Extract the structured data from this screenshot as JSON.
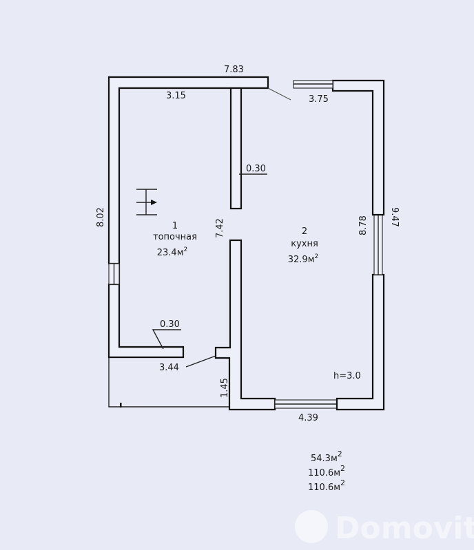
{
  "dimensions": {
    "top_total": "7.83",
    "top_left": "3.15",
    "top_right": "3.75",
    "partition_thickness_top": "0.30",
    "left_height": "8.02",
    "partition_length": "7.42",
    "right_inner": "8.78",
    "right_outer": "9.47",
    "wall_thickness_bottom": "0.30",
    "bottom_left": "3.44",
    "porch_depth": "1.45",
    "bottom_right": "4.39"
  },
  "rooms": [
    {
      "number": "1",
      "name": "топочная",
      "area": "23.4м",
      "sup": "2"
    },
    {
      "number": "2",
      "name": "кухня",
      "area": "32.9м",
      "sup": "2"
    }
  ],
  "ceiling_height": "h=3.0",
  "totals": [
    {
      "value": "54.3м",
      "sup": "2"
    },
    {
      "value": "110.6м",
      "sup": "2"
    },
    {
      "value": "110.6м",
      "sup": "2"
    }
  ],
  "watermark": "Domovita",
  "colors": {
    "background": "#e8eaf6",
    "lines": "#111111"
  }
}
